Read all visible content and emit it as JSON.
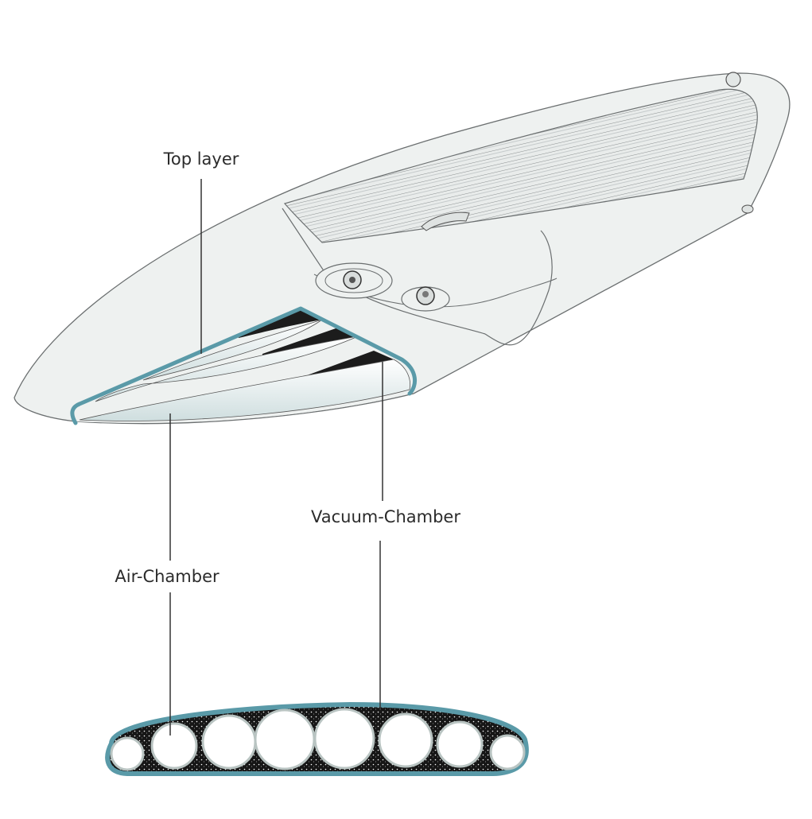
{
  "labels": {
    "top_layer": "Top layer",
    "air_chamber": "Air-Chamber",
    "vacuum_chamber": "Vacuum-Chamber"
  },
  "colors": {
    "accent": "#5a9aa8",
    "board": "#eef1f0",
    "outline": "#6b6f70",
    "fill_particles": "#1a1a1a"
  }
}
